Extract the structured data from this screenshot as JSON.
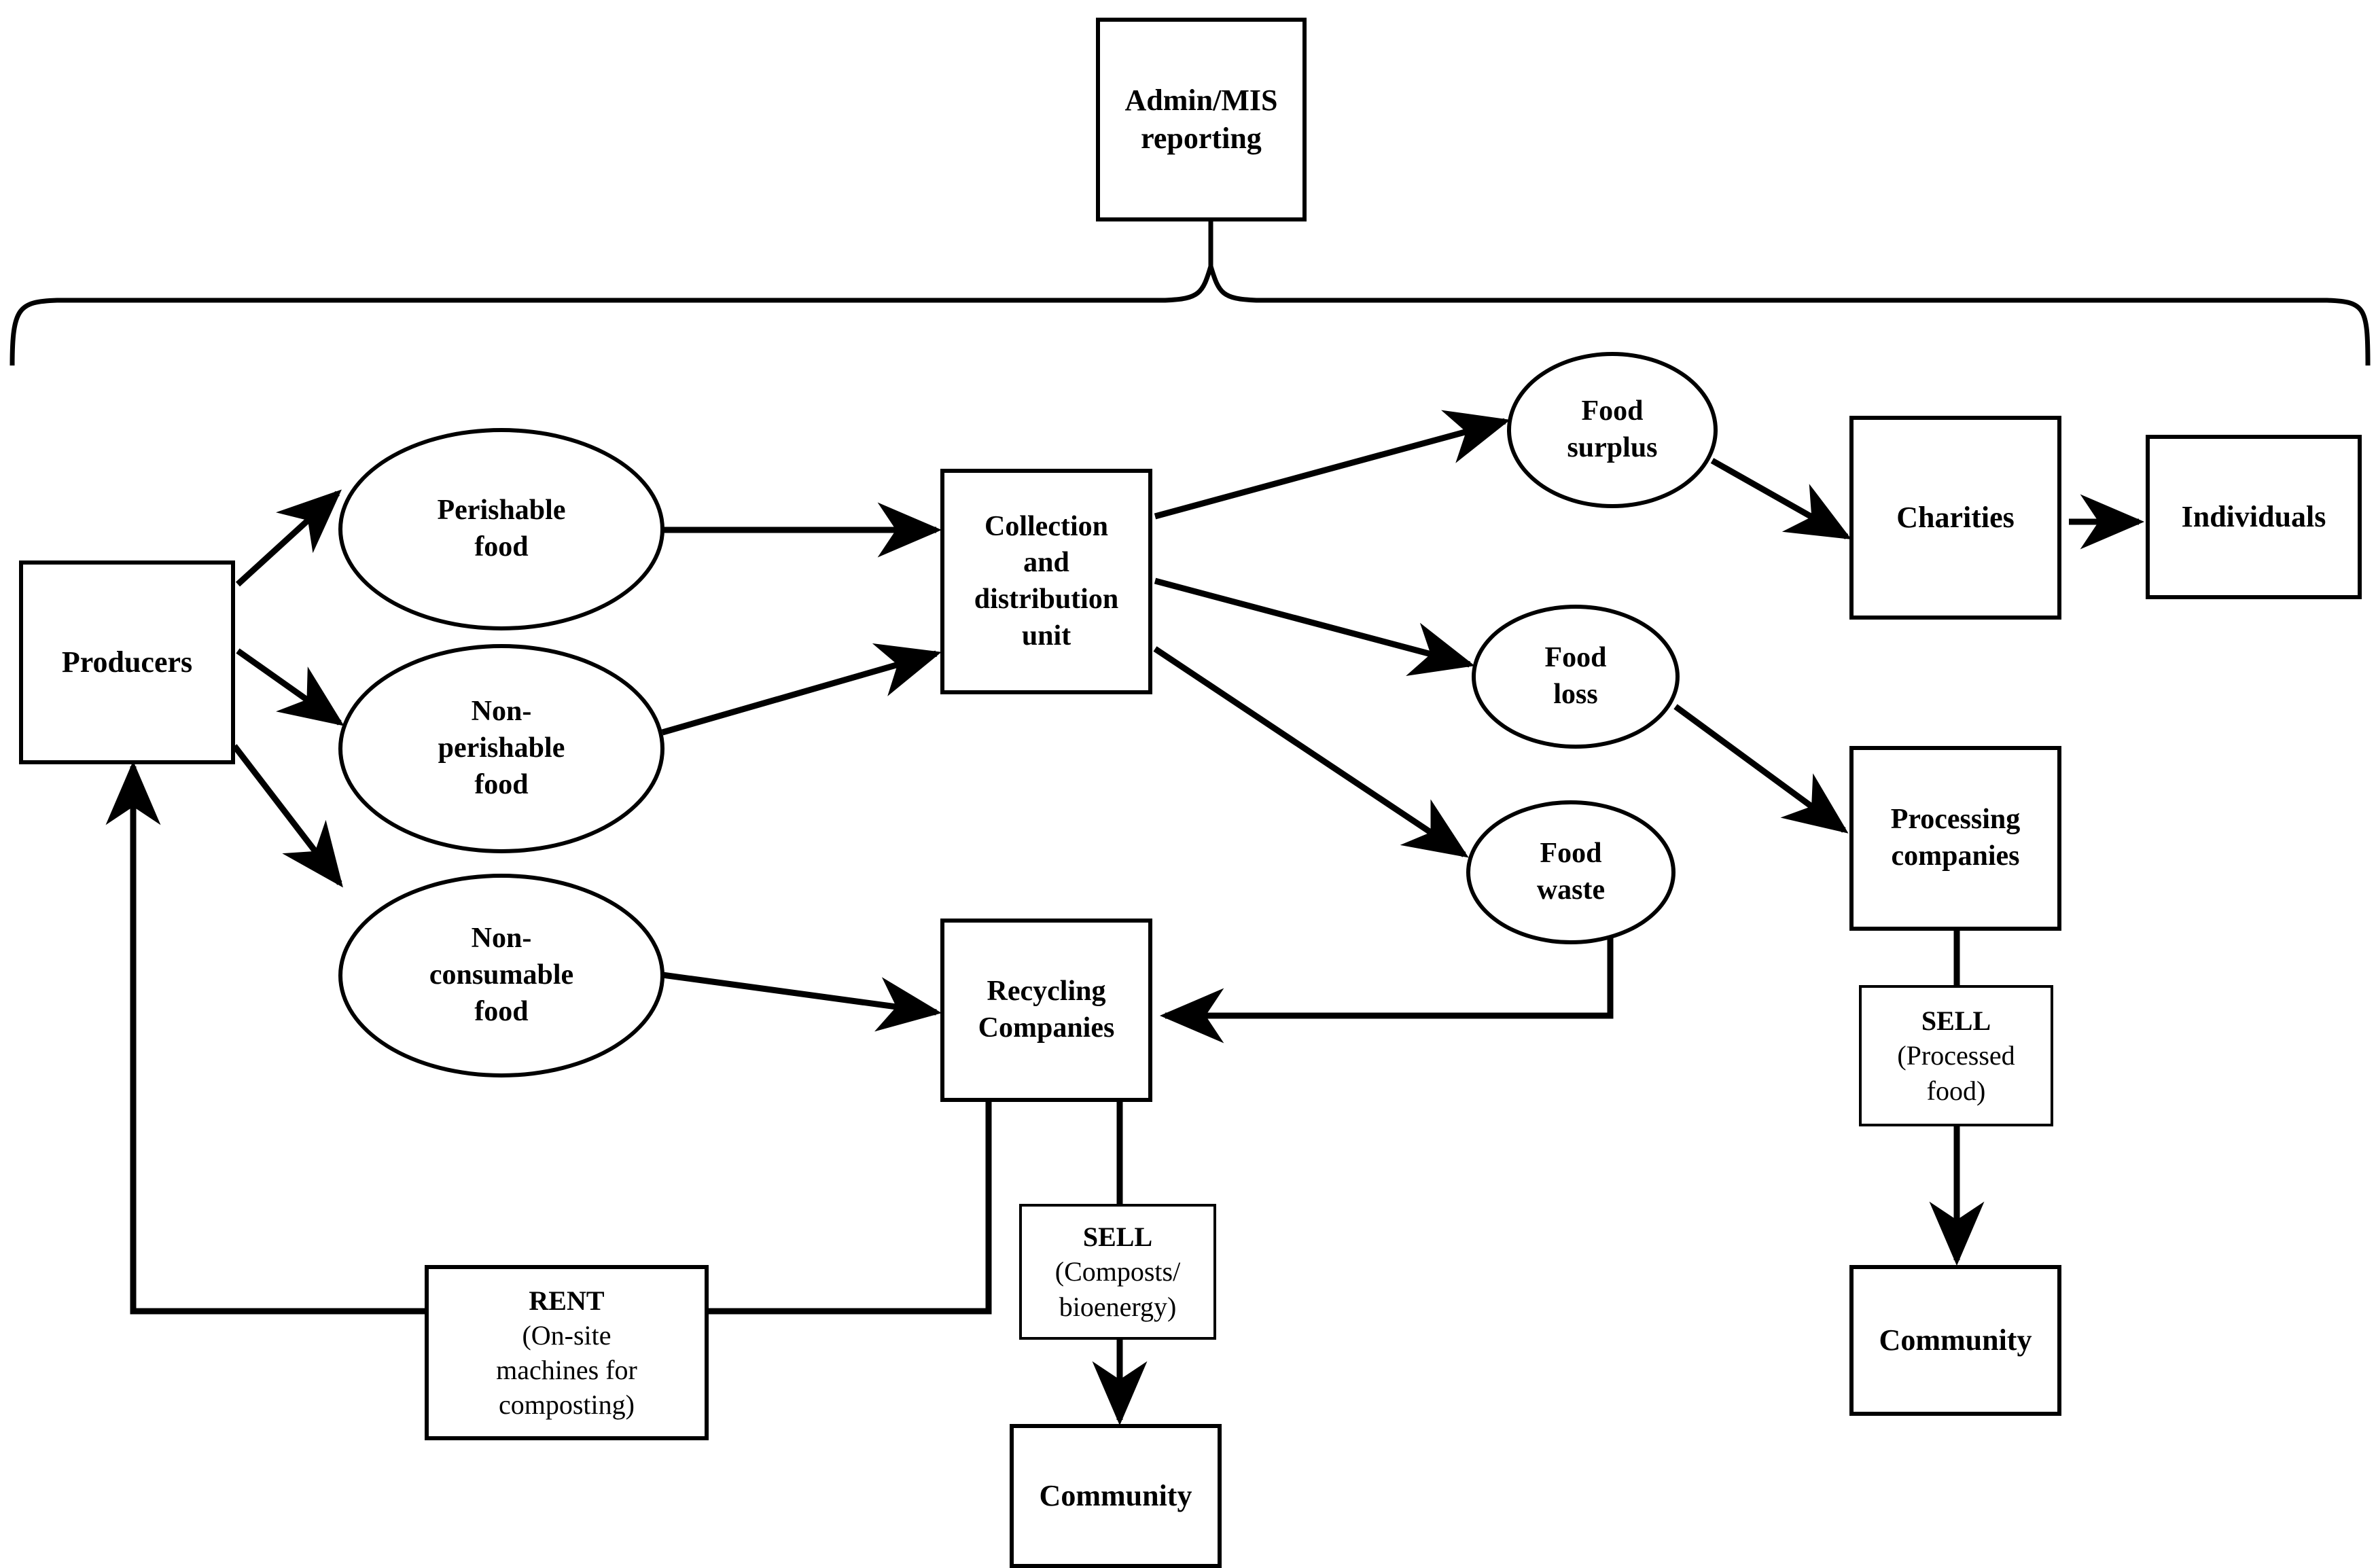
{
  "diagram": {
    "title_node": "Admin/MIS reporting",
    "nodes": {
      "admin": {
        "label_line1": "Admin/MIS",
        "label_line2": "reporting"
      },
      "producers": {
        "label": "Producers"
      },
      "perishable": {
        "label_line1": "Perishable",
        "label_line2": "food"
      },
      "nonperishable": {
        "label_line1": "Non-",
        "label_line2": "perishable",
        "label_line3": "food"
      },
      "nonconsumable": {
        "label_line1": "Non-",
        "label_line2": "consumable",
        "label_line3": "food"
      },
      "collection": {
        "label_line1": "Collection",
        "label_line2": "and",
        "label_line3": "distribution",
        "label_line4": "unit"
      },
      "food_surplus": {
        "label_line1": "Food",
        "label_line2": "surplus"
      },
      "food_loss": {
        "label_line1": "Food",
        "label_line2": "loss"
      },
      "food_waste": {
        "label_line1": "Food",
        "label_line2": "waste"
      },
      "charities": {
        "label": "Charities"
      },
      "individuals": {
        "label": "Individuals"
      },
      "processing": {
        "label_line1": "Processing",
        "label_line2": "companies"
      },
      "sell_processed": {
        "label_bold": "SELL",
        "label_line1": "(Processed",
        "label_line2": "food)"
      },
      "community_right": {
        "label": "Community"
      },
      "recycling": {
        "label_line1": "Recycling",
        "label_line2": "Companies"
      },
      "sell_compost": {
        "label_bold": "SELL",
        "label_line1": "(Composts/",
        "label_line2": "bioenergy)"
      },
      "community_bottom": {
        "label": "Community"
      },
      "rent": {
        "label_bold": "RENT",
        "label_line1": "(On-site",
        "label_line2": "machines for",
        "label_line3": "composting)"
      }
    },
    "colors": {
      "stroke": "#000000",
      "fill": "#ffffff"
    }
  }
}
